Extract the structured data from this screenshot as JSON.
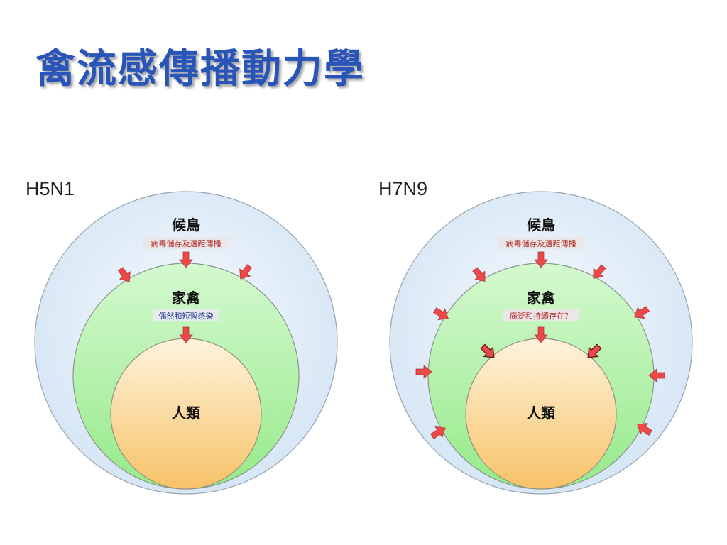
{
  "slide": {
    "title": "禽流感傳播動力學"
  },
  "colors": {
    "title": "#2a55b8",
    "outer_circle": "#dceaf7",
    "middle_circle": "#a8ef9e",
    "inner_circle": "#f8cf80",
    "arrow": "#ee4848",
    "note_red": "#b02a2a",
    "note_blue": "#2a3e8c"
  },
  "panels": [
    {
      "id": "h5n1",
      "label": "H5N1",
      "outer_label": "候鳥",
      "outer_note": "病毒儲存及遠距傳播",
      "middle_label": "家禽",
      "middle_note": "偶然和短暫感染",
      "inner_label": "人類"
    },
    {
      "id": "h7n9",
      "label": "H7N9",
      "outer_label": "候鳥",
      "outer_note": "病毒儲存及遠距傳播",
      "middle_label": "家禽",
      "middle_note": "廣泛和持續存在？",
      "inner_label": "人類"
    }
  ]
}
